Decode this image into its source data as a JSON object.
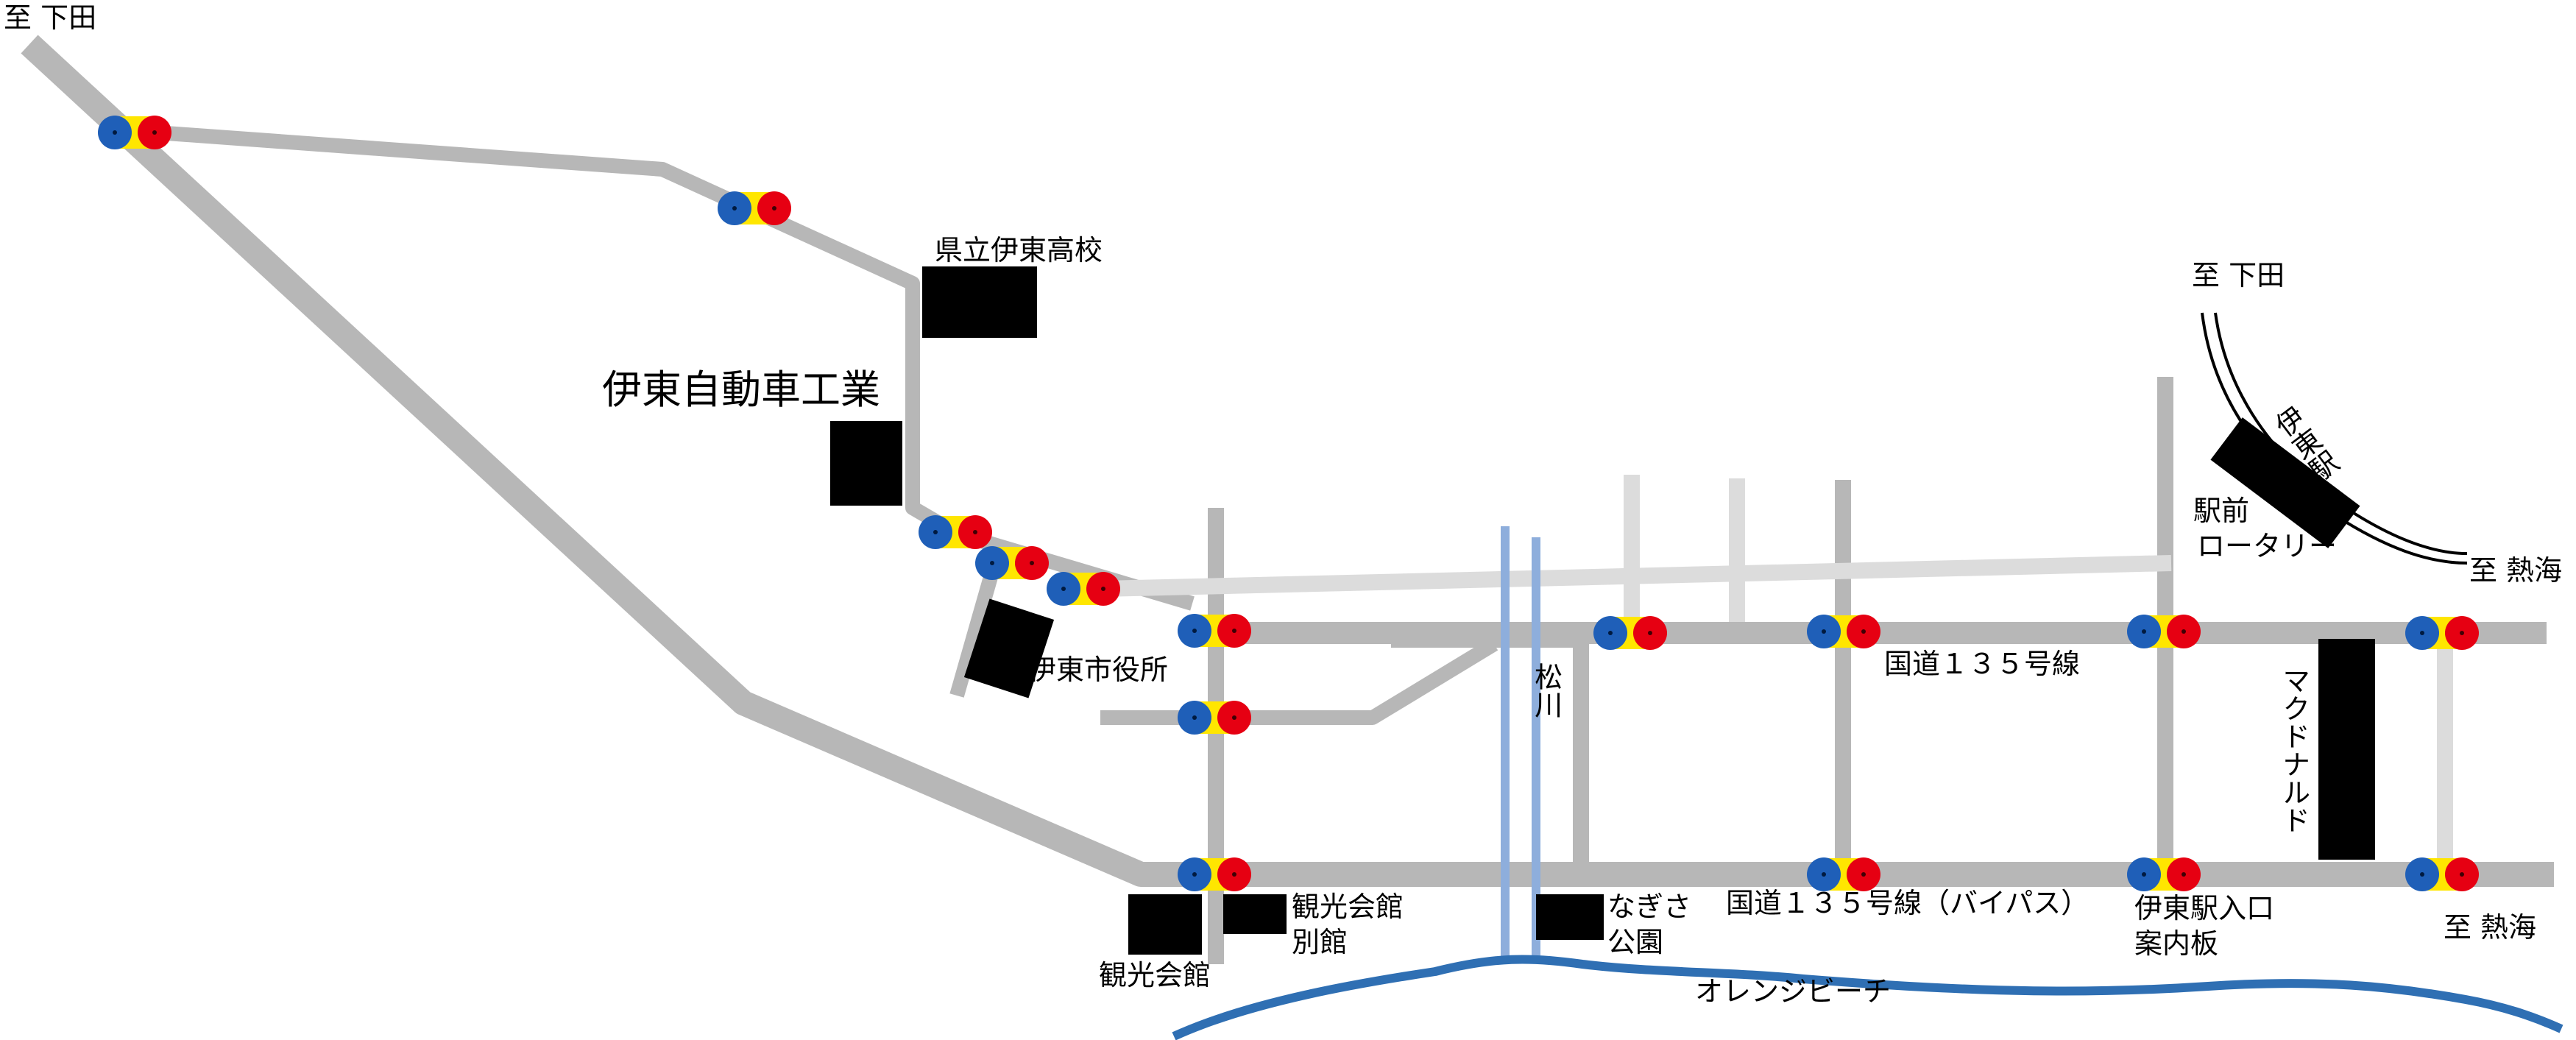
{
  "colors": {
    "road": "#b7b7b7",
    "minor_road": "#dcdcdc",
    "river": "#8eaedc",
    "coast": "#2f6fb3",
    "building": "#000000",
    "signal_blue": "#1f5fb8",
    "signal_yellow": "#ffe600",
    "signal_red": "#e60012"
  },
  "labels": {
    "to_shimoda_top": "至 下田",
    "to_shimoda_station": "至 下田",
    "to_atami_station": "至 熱海",
    "to_atami_bottom": "至 熱海",
    "high_school": "県立伊東高校",
    "factory": "伊東自動車工業",
    "city_hall": "伊東市役所",
    "station": "伊東駅",
    "rotary_line1": "駅前",
    "rotary_line2": "ロータリー",
    "route135": "国道１３５号線",
    "route135_bypass": "国道１３５号線（バイパス）",
    "matsukawa": "松川",
    "mcdonalds": "マクドナルド",
    "kankou_annex_line1": "観光会館",
    "kankou_annex_line2": "別館",
    "kankou": "観光会館",
    "nagisa_line1": "なぎさ",
    "nagisa_line2": "公園",
    "station_entrance_line1": "伊東駅入口",
    "station_entrance_line2": "案内板",
    "orange_beach": "オレンジビーチ"
  },
  "icons": {
    "traffic_signal": "traffic-signal-icon",
    "building": "building-block"
  }
}
